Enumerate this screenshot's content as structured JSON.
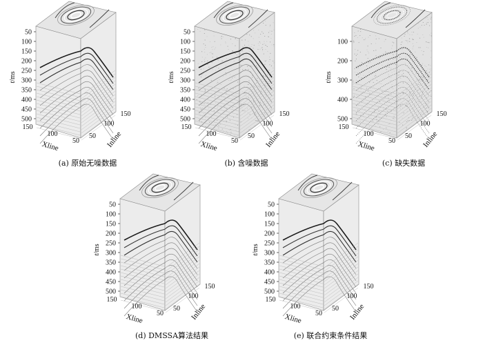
{
  "panels": [
    {
      "id": "a",
      "caption": "(a) 原始无噪数据",
      "noise": "clean",
      "time_ticks": [
        "50",
        "100",
        "150",
        "200",
        "250",
        "300",
        "350",
        "400",
        "450",
        "500"
      ]
    },
    {
      "id": "b",
      "caption": "(b) 含噪数据",
      "noise": "noisy",
      "time_ticks": [
        "50",
        "100",
        "150",
        "200",
        "250",
        "300",
        "350",
        "400",
        "450",
        "500"
      ]
    },
    {
      "id": "c",
      "caption": "(c) 缺失数据",
      "noise": "missing",
      "time_ticks": [
        "100",
        "200",
        "300",
        "400",
        "500"
      ]
    },
    {
      "id": "d",
      "caption": "(d) DMSSA算法结果",
      "noise": "clean",
      "time_ticks": [
        "50",
        "100",
        "150",
        "200",
        "250",
        "300",
        "350",
        "400",
        "450",
        "500"
      ]
    },
    {
      "id": "e",
      "caption": "(e) 联合约束条件结果",
      "noise": "clean",
      "time_ticks": [
        "50",
        "100",
        "150",
        "200",
        "250",
        "300",
        "350",
        "400",
        "450",
        "500"
      ]
    }
  ],
  "axes": {
    "t_label": "t",
    "t_unit": "/ms",
    "xline_label": "Xline",
    "inline_label": "Inline",
    "xline_ticks": [
      "150",
      "100",
      "50"
    ],
    "inline_ticks": [
      "50",
      "100",
      "150"
    ]
  }
}
